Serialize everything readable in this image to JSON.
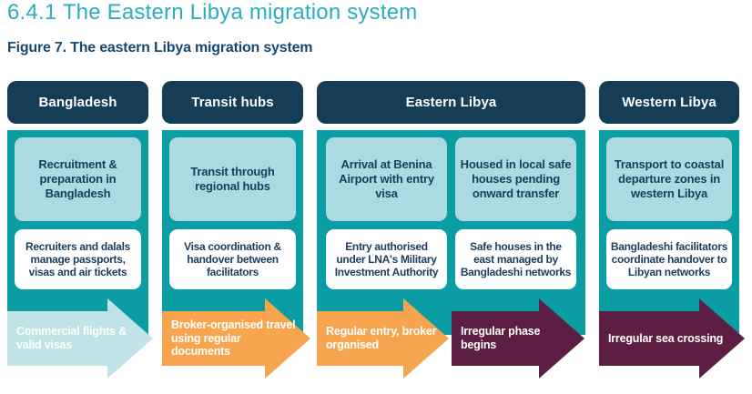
{
  "page": {
    "section_title": "6.4.1 The Eastern Libya migration system",
    "figure_caption": "Figure 7. The eastern Libya migration system"
  },
  "colors": {
    "section_title": "#2aaec2",
    "figure_caption": "#17496e",
    "header_bg": "#163d56",
    "panel_teal": "#0a9ea4",
    "light_box": "#abdbe0",
    "box_text": "#1c3c5e",
    "arrow_light_teal": "#bfe3e7",
    "arrow_orange": "#f6a54e",
    "arrow_maroon": "#5d1e43",
    "arrow_text": "#ffffff"
  },
  "columns": [
    {
      "header": "Bangladesh",
      "stages": [
        {
          "highlight": "Recruitment & preparation in Bangladesh",
          "detail": "Recruiters and dalals manage passports, visas and air tickets",
          "arrow_label": "Commercial flights & valid visas",
          "arrow_color": "light_teal"
        }
      ]
    },
    {
      "header": "Transit hubs",
      "stages": [
        {
          "highlight": "Transit through regional hubs",
          "detail": "Visa coordination & handover between facilitators",
          "arrow_label": "Broker-organised travel using regular documents",
          "arrow_color": "orange"
        }
      ]
    },
    {
      "header": "Eastern Libya",
      "stages": [
        {
          "highlight": "Arrival at Benina Airport with entry visa",
          "detail": "Entry authorised under LNA's Military Investment Authority",
          "arrow_label": "Regular entry, broker organised",
          "arrow_color": "orange"
        },
        {
          "highlight": "Housed in local safe houses pending onward transfer",
          "detail": "Safe houses in the east managed by Bangladeshi networks",
          "arrow_label": "Irregular phase begins",
          "arrow_color": "maroon"
        }
      ]
    },
    {
      "header": "Western Libya",
      "stages": [
        {
          "highlight": "Transport to coastal departure zones in western Libya",
          "detail": "Bangladeshi facilitators coordinate handover to Libyan networks",
          "arrow_label": "Irregular sea crossing",
          "arrow_color": "maroon"
        }
      ]
    }
  ]
}
